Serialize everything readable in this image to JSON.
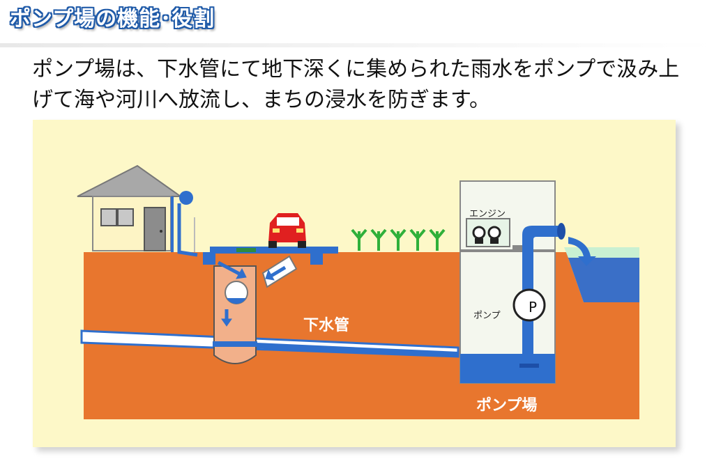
{
  "header": {
    "title": "ポンプ場の機能･役割"
  },
  "description": "ポンプ場は、下水管にて地下深くに集められた雨水をポンプで汲み上げて海や河川へ放流し、まちの浸水を防ぎます。",
  "diagram": {
    "labels": {
      "sewer_pipe": "下水管",
      "pump_station": "ポンプ場",
      "engine": "エンジン",
      "pump": "ポンプ",
      "pump_symbol": "P"
    },
    "colors": {
      "background": "#fdf8c8",
      "soil": "#e8762e",
      "water": "#3060c0",
      "pipe": "#2f6fcd",
      "manhole": "#f2b08a"
    },
    "icons": [
      "house-icon",
      "car-icon",
      "plant-icon",
      "engine-icon",
      "pump-icon",
      "flow-arrow-icon"
    ]
  }
}
